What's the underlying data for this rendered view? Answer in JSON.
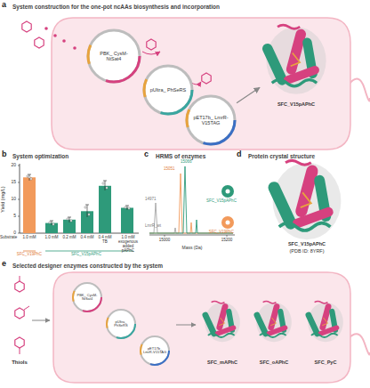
{
  "diagram": {
    "nodes": [
      {
        "text": [
          "PBK_ CysM-NtSat4"
        ]
      },
      {
        "text": [
          "pUltra_ PhSeRS"
        ]
      },
      {
        "text": [
          "pET17b_ LmrR-V15TAG"
        ]
      },
      {
        "text": [
          "SFC_V15pAPhC"
        ]
      },
      {
        "text": [
          "PBK_ CysM-NtSat4"
        ]
      },
      {
        "text": [
          "pUltra_ PhSeRS"
        ]
      },
      {
        "text": [
          "pET17b_ LmrR-V15TAG"
        ]
      }
    ],
    "edges": [
      {
        "from": 2,
        "to": 3,
        "arrow": "to"
      }
    ],
    "labels": [
      "a",
      "System construction for the one-pot ncAAs biosynthesis and incorporation",
      "b",
      "System optimization",
      "Yield (mg/L)",
      "0",
      "5",
      "10",
      "15",
      "20",
      "Substrate",
      "1.0 mM",
      "1.0 mM",
      "0.2 mM",
      "0.4 mM",
      "0.4 mM TB",
      "1.0 mM exogenous added pAPhC",
      "SFC_V19PhC",
      "SFC_V15pAPhC",
      "c",
      "HRMS of enzymes",
      "14971",
      "15051",
      "15066",
      "LmrR_wt",
      "15000",
      "15200",
      "Mass (Da)",
      "SFC_V15pAPhC",
      "SFC_V19PhC",
      "d",
      "Protein crystal structure",
      "SFC_V15pAPhC",
      "(PDB ID: 8YRF)",
      "e",
      "Selected designer enzymes constructed by the system",
      "Thiols",
      "SFC_mAPhC",
      "SFC_oAPhC",
      "SFC_PyC"
    ]
  }
}
